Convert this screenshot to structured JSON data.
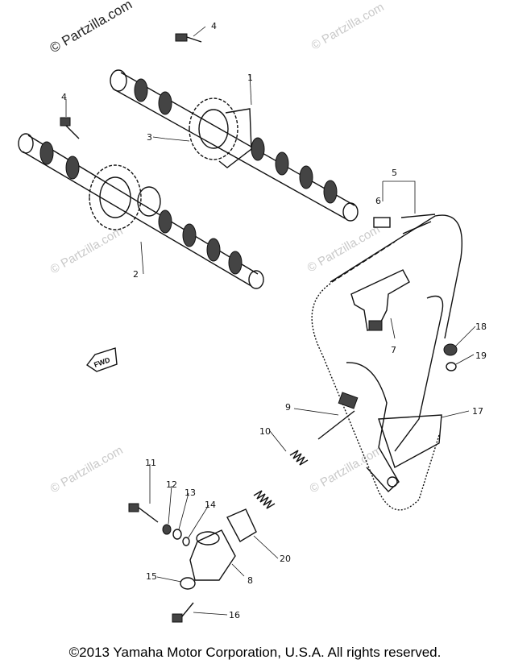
{
  "watermark": "© Partzilla.com",
  "fwd_label": "FWD",
  "copyright": "©2013 Yamaha Motor Corporation, U.S.A. All rights reserved.",
  "callouts": [
    "1",
    "2",
    "3",
    "4",
    "4",
    "5",
    "6",
    "7",
    "8",
    "9",
    "10",
    "11",
    "12",
    "13",
    "14",
    "15",
    "16",
    "17",
    "18",
    "19",
    "20"
  ]
}
